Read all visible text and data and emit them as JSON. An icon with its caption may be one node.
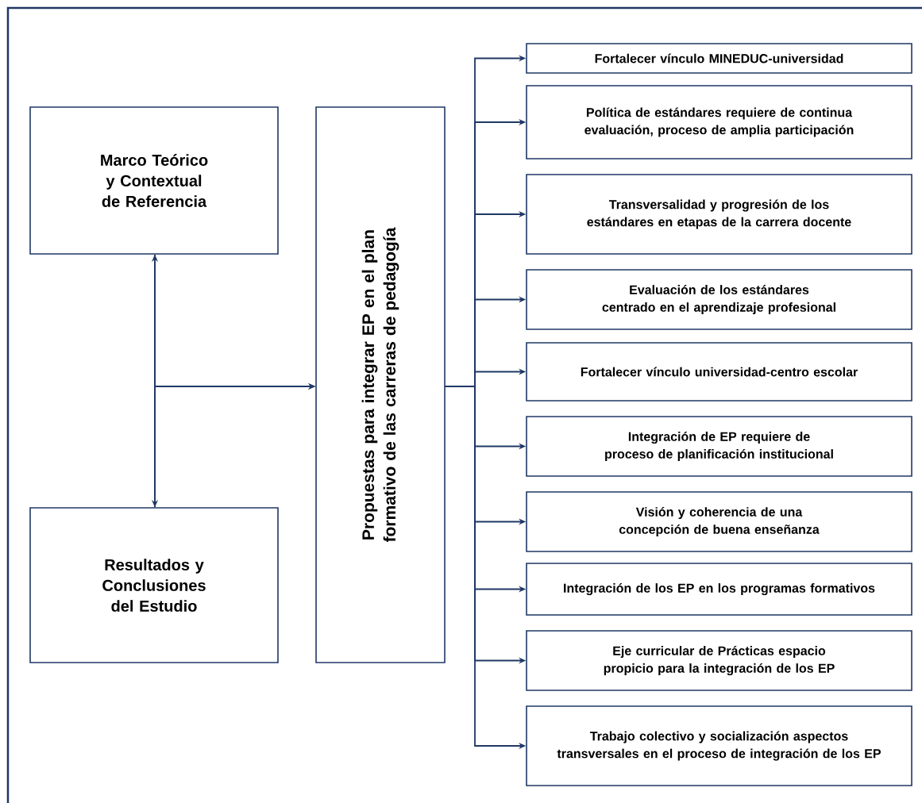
{
  "diagram": {
    "nodes": [
      {
        "text": [
          "Marco Teórico y Contextual de Referencia"
        ]
      },
      {
        "text": [
          "Resultados y Conclusiones del Estudio"
        ]
      },
      {
        "text": [
          "Propuestas para integrar EP en el plan formativo de las carreras de pedagogía"
        ]
      },
      {
        "text": [
          "Fortalecer vínculo MINEDUC-universidad"
        ]
      },
      {
        "text": [
          "Política de estándares requiere de continua evaluación, proceso de amplia participación"
        ]
      },
      {
        "text": [
          "Transversalidad y progresión de los estándares en etapas de la carrera docente"
        ]
      },
      {
        "text": [
          "Evaluación de los estándares centrado en el aprendizaje profesional"
        ]
      },
      {
        "text": [
          "Fortalecer vínculo universidad-centro escolar"
        ]
      },
      {
        "text": [
          "Integración de EP requiere de proceso de planificación institucional"
        ]
      },
      {
        "text": [
          "Visión y coherencia de una concepción de buena enseñanza"
        ]
      },
      {
        "text": [
          "Integración de los EP en los programas formativos"
        ]
      },
      {
        "text": [
          "Eje curricular de Prácticas espacio propicio para la integración de los EP"
        ]
      },
      {
        "text": [
          "Trabajo colectivo y socialización aspectos transversales en el proceso de integración de los EP"
        ]
      }
    ],
    "edges": [
      {
        "from": 0,
        "to": 1,
        "arrow": "both"
      },
      {
        "from": 0,
        "to": 2,
        "arrow": "to"
      },
      {
        "from": 1,
        "to": 2,
        "arrow": "to"
      },
      {
        "from": 2,
        "to": 3,
        "arrow": "to"
      },
      {
        "from": 2,
        "to": 4,
        "arrow": "to"
      },
      {
        "from": 2,
        "to": 5,
        "arrow": "to"
      },
      {
        "from": 2,
        "to": 6,
        "arrow": "to"
      },
      {
        "from": 2,
        "to": 7,
        "arrow": "to"
      },
      {
        "from": 2,
        "to": 8,
        "arrow": "to"
      },
      {
        "from": 2,
        "to": 9,
        "arrow": "to"
      },
      {
        "from": 2,
        "to": 10,
        "arrow": "to"
      },
      {
        "from": 2,
        "to": 11,
        "arrow": "to"
      },
      {
        "from": 2,
        "to": 12,
        "arrow": "to"
      }
    ]
  }
}
